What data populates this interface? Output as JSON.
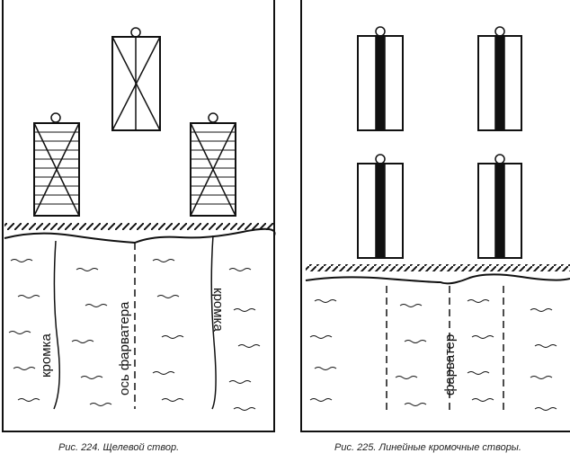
{
  "figures": [
    {
      "caption": "Рис. 224. Щелевой створ.",
      "labels": [
        "кромка",
        "ось фарватера",
        "кромка"
      ]
    },
    {
      "caption": "Рис. 225. Линейные кромочные створы.",
      "labels": [
        "фарватер"
      ]
    }
  ]
}
